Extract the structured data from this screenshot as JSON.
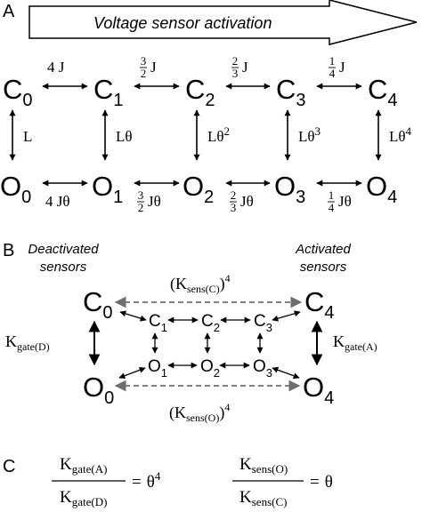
{
  "panels": {
    "a": "A",
    "b": "B",
    "c": "C"
  },
  "header_arrow": {
    "label": "Voltage sensor activation"
  },
  "panel_a": {
    "closed_states": [
      {
        "base": "C",
        "sub": "0"
      },
      {
        "base": "C",
        "sub": "1"
      },
      {
        "base": "C",
        "sub": "2"
      },
      {
        "base": "C",
        "sub": "3"
      },
      {
        "base": "C",
        "sub": "4"
      }
    ],
    "open_states": [
      {
        "base": "O",
        "sub": "0"
      },
      {
        "base": "O",
        "sub": "1"
      },
      {
        "base": "O",
        "sub": "2"
      },
      {
        "base": "O",
        "sub": "3"
      },
      {
        "base": "O",
        "sub": "4"
      }
    ],
    "closed_rates": [
      {
        "coef": "4",
        "num": "",
        "den": "",
        "sym": "J"
      },
      {
        "coef": "",
        "num": "3",
        "den": "2",
        "sym": "J"
      },
      {
        "coef": "",
        "num": "2",
        "den": "3",
        "sym": "J"
      },
      {
        "coef": "",
        "num": "1",
        "den": "4",
        "sym": "J"
      }
    ],
    "open_rates": [
      {
        "coef": "4",
        "num": "",
        "den": "",
        "sym": "Jθ"
      },
      {
        "coef": "",
        "num": "3",
        "den": "2",
        "sym": "Jθ"
      },
      {
        "coef": "",
        "num": "2",
        "den": "3",
        "sym": "Jθ"
      },
      {
        "coef": "",
        "num": "1",
        "den": "4",
        "sym": "Jθ"
      }
    ],
    "vertical_rates": [
      {
        "base": "L",
        "sup": ""
      },
      {
        "base": "Lθ",
        "sup": ""
      },
      {
        "base": "Lθ",
        "sup": "2"
      },
      {
        "base": "Lθ",
        "sup": "3"
      },
      {
        "base": "Lθ",
        "sup": "4"
      }
    ]
  },
  "panel_b": {
    "deactivated_label": [
      "Deactivated",
      "sensors"
    ],
    "activated_label": [
      "Activated",
      "sensors"
    ],
    "big_states": {
      "c0": {
        "base": "C",
        "sub": "0"
      },
      "c4": {
        "base": "C",
        "sub": "4"
      },
      "o0": {
        "base": "O",
        "sub": "0"
      },
      "o4": {
        "base": "O",
        "sub": "4"
      }
    },
    "inner_closed": [
      {
        "base": "C",
        "sub": "1"
      },
      {
        "base": "C",
        "sub": "2"
      },
      {
        "base": "C",
        "sub": "3"
      }
    ],
    "inner_open": [
      {
        "base": "O",
        "sub": "1"
      },
      {
        "base": "O",
        "sub": "2"
      },
      {
        "base": "O",
        "sub": "3"
      }
    ],
    "k_sens_c": {
      "base": "(K",
      "sub": "sens(C)",
      "close": ")",
      "sup": "4"
    },
    "k_sens_o": {
      "base": "(K",
      "sub": "sens(O)",
      "close": ")",
      "sup": "4"
    },
    "k_gate_d": {
      "base": "K",
      "sub": "gate(D)"
    },
    "k_gate_a": {
      "base": "K",
      "sub": "gate(A)"
    }
  },
  "panel_c": {
    "eq1": {
      "num": {
        "base": "K",
        "sub": "gate(A)"
      },
      "den": {
        "base": "K",
        "sub": "gate(D)"
      },
      "rhs": {
        "eq": "=",
        "base": "θ",
        "sup": "4"
      }
    },
    "eq2": {
      "num": {
        "base": "K",
        "sub": "sens(O)"
      },
      "den": {
        "base": "K",
        "sub": "sens(C)"
      },
      "rhs": {
        "eq": "=",
        "base": "θ"
      }
    }
  },
  "colors": {
    "ink": "#000000",
    "gray_arrow": "#6e6e6e",
    "background": "#ffffff"
  }
}
